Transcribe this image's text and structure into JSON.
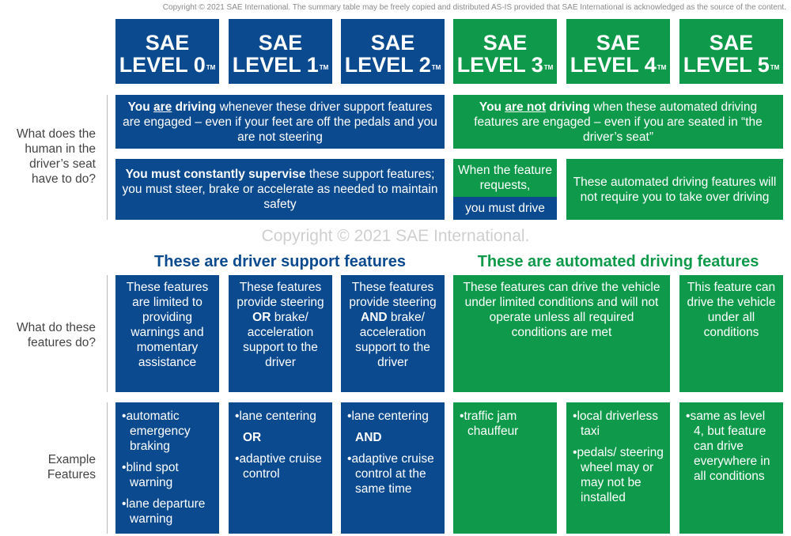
{
  "copyright_top": "Copyright © 2021 SAE International. The summary table may be freely copied and distributed AS-IS provided that SAE International is acknowledged as the source of the content.",
  "levels": [
    {
      "l1": "SAE",
      "l2": "LEVEL 0",
      "tm": "TM"
    },
    {
      "l1": "SAE",
      "l2": "LEVEL 1",
      "tm": "TM"
    },
    {
      "l1": "SAE",
      "l2": "LEVEL 2",
      "tm": "TM"
    },
    {
      "l1": "SAE",
      "l2": "LEVEL 3",
      "tm": "TM"
    },
    {
      "l1": "SAE",
      "l2": "LEVEL 4",
      "tm": "TM"
    },
    {
      "l1": "SAE",
      "l2": "LEVEL 5",
      "tm": "TM"
    }
  ],
  "row_labels": {
    "human": "What does the human in the driver’s seat have to do?",
    "features": "What do these features do?",
    "examples": "Example Features"
  },
  "human": {
    "driving_b1": "You ",
    "driving_b2": "are",
    "driving_b3": " driving",
    "driving_rest": " whenever these driver support features are engaged – even if your feet are off the pedals and you are not steering",
    "not_driving_b1": "You ",
    "not_driving_b2": "are not",
    "not_driving_b3": " driving",
    "not_driving_rest": " when these automated driving features are engaged – even if you are seated in “the driver’s seat”",
    "supervise_b": "You must constantly supervise",
    "supervise_rest": " these support features; you must steer, brake or accelerate as needed to maintain safety",
    "when_requests": "When the feature requests,",
    "must_drive": "you must drive",
    "no_takeover": "These automated driving features will not require you to take over driving"
  },
  "watermark": "Copyright © 2021 SAE International.",
  "headers": {
    "support": "These are driver support features",
    "automated": "These are automated driving features"
  },
  "features": {
    "l0": "These features are limited to providing warnings and momentary assistance",
    "l1_a": "These features provide steering",
    "l1_b": "OR",
    "l1_c": " brake/ acceleration support to the driver",
    "l2_a": "These features provide steering",
    "l2_b": "AND",
    "l2_c": " brake/ acceleration support to the driver",
    "l34": "These features can drive the vehicle under limited conditions and will not operate unless all required conditions are met",
    "l5": "This feature can drive the vehicle under all conditions"
  },
  "examples": {
    "l0": [
      "automatic emergency braking",
      "blind spot warning",
      "lane departure warning"
    ],
    "l1_item1": "lane centering",
    "l1_conn": "OR",
    "l1_item2": "adaptive cruise control",
    "l2_item1": "lane centering",
    "l2_conn": "AND",
    "l2_item2": "adaptive cruise control at the same time",
    "l3": [
      "traffic jam chauffeur"
    ],
    "l4": [
      "local driverless taxi",
      "pedals/ steering wheel may or may not be installed"
    ],
    "l5": [
      "same as level 4, but feature can drive everywhere in all conditions"
    ]
  },
  "bullet": "•",
  "colors": {
    "blue": "#0b4a8f",
    "green": "#0f9a4b"
  }
}
